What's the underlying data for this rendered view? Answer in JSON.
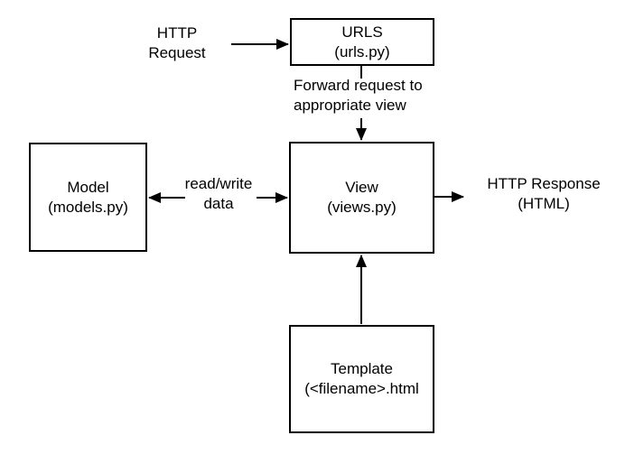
{
  "colors": {
    "background": "#ffffff",
    "line": "#000000",
    "text": "#000000"
  },
  "nodes": {
    "urls": {
      "line1": "URLS",
      "line2": "(urls.py)"
    },
    "model": {
      "line1": "Model",
      "line2": "(models.py)"
    },
    "view": {
      "line1": "View",
      "line2": "(views.py)"
    },
    "template": {
      "line1": "Template",
      "line2": "(<filename>.html"
    }
  },
  "labels": {
    "http_request": {
      "line1": "HTTP",
      "line2": "Request"
    },
    "forward_request": {
      "line1": "Forward request to",
      "line2": "appropriate view"
    },
    "read_write": {
      "line1": "read/write",
      "line2": "data"
    },
    "http_response": {
      "line1": "HTTP Response",
      "line2": "(HTML)"
    }
  }
}
